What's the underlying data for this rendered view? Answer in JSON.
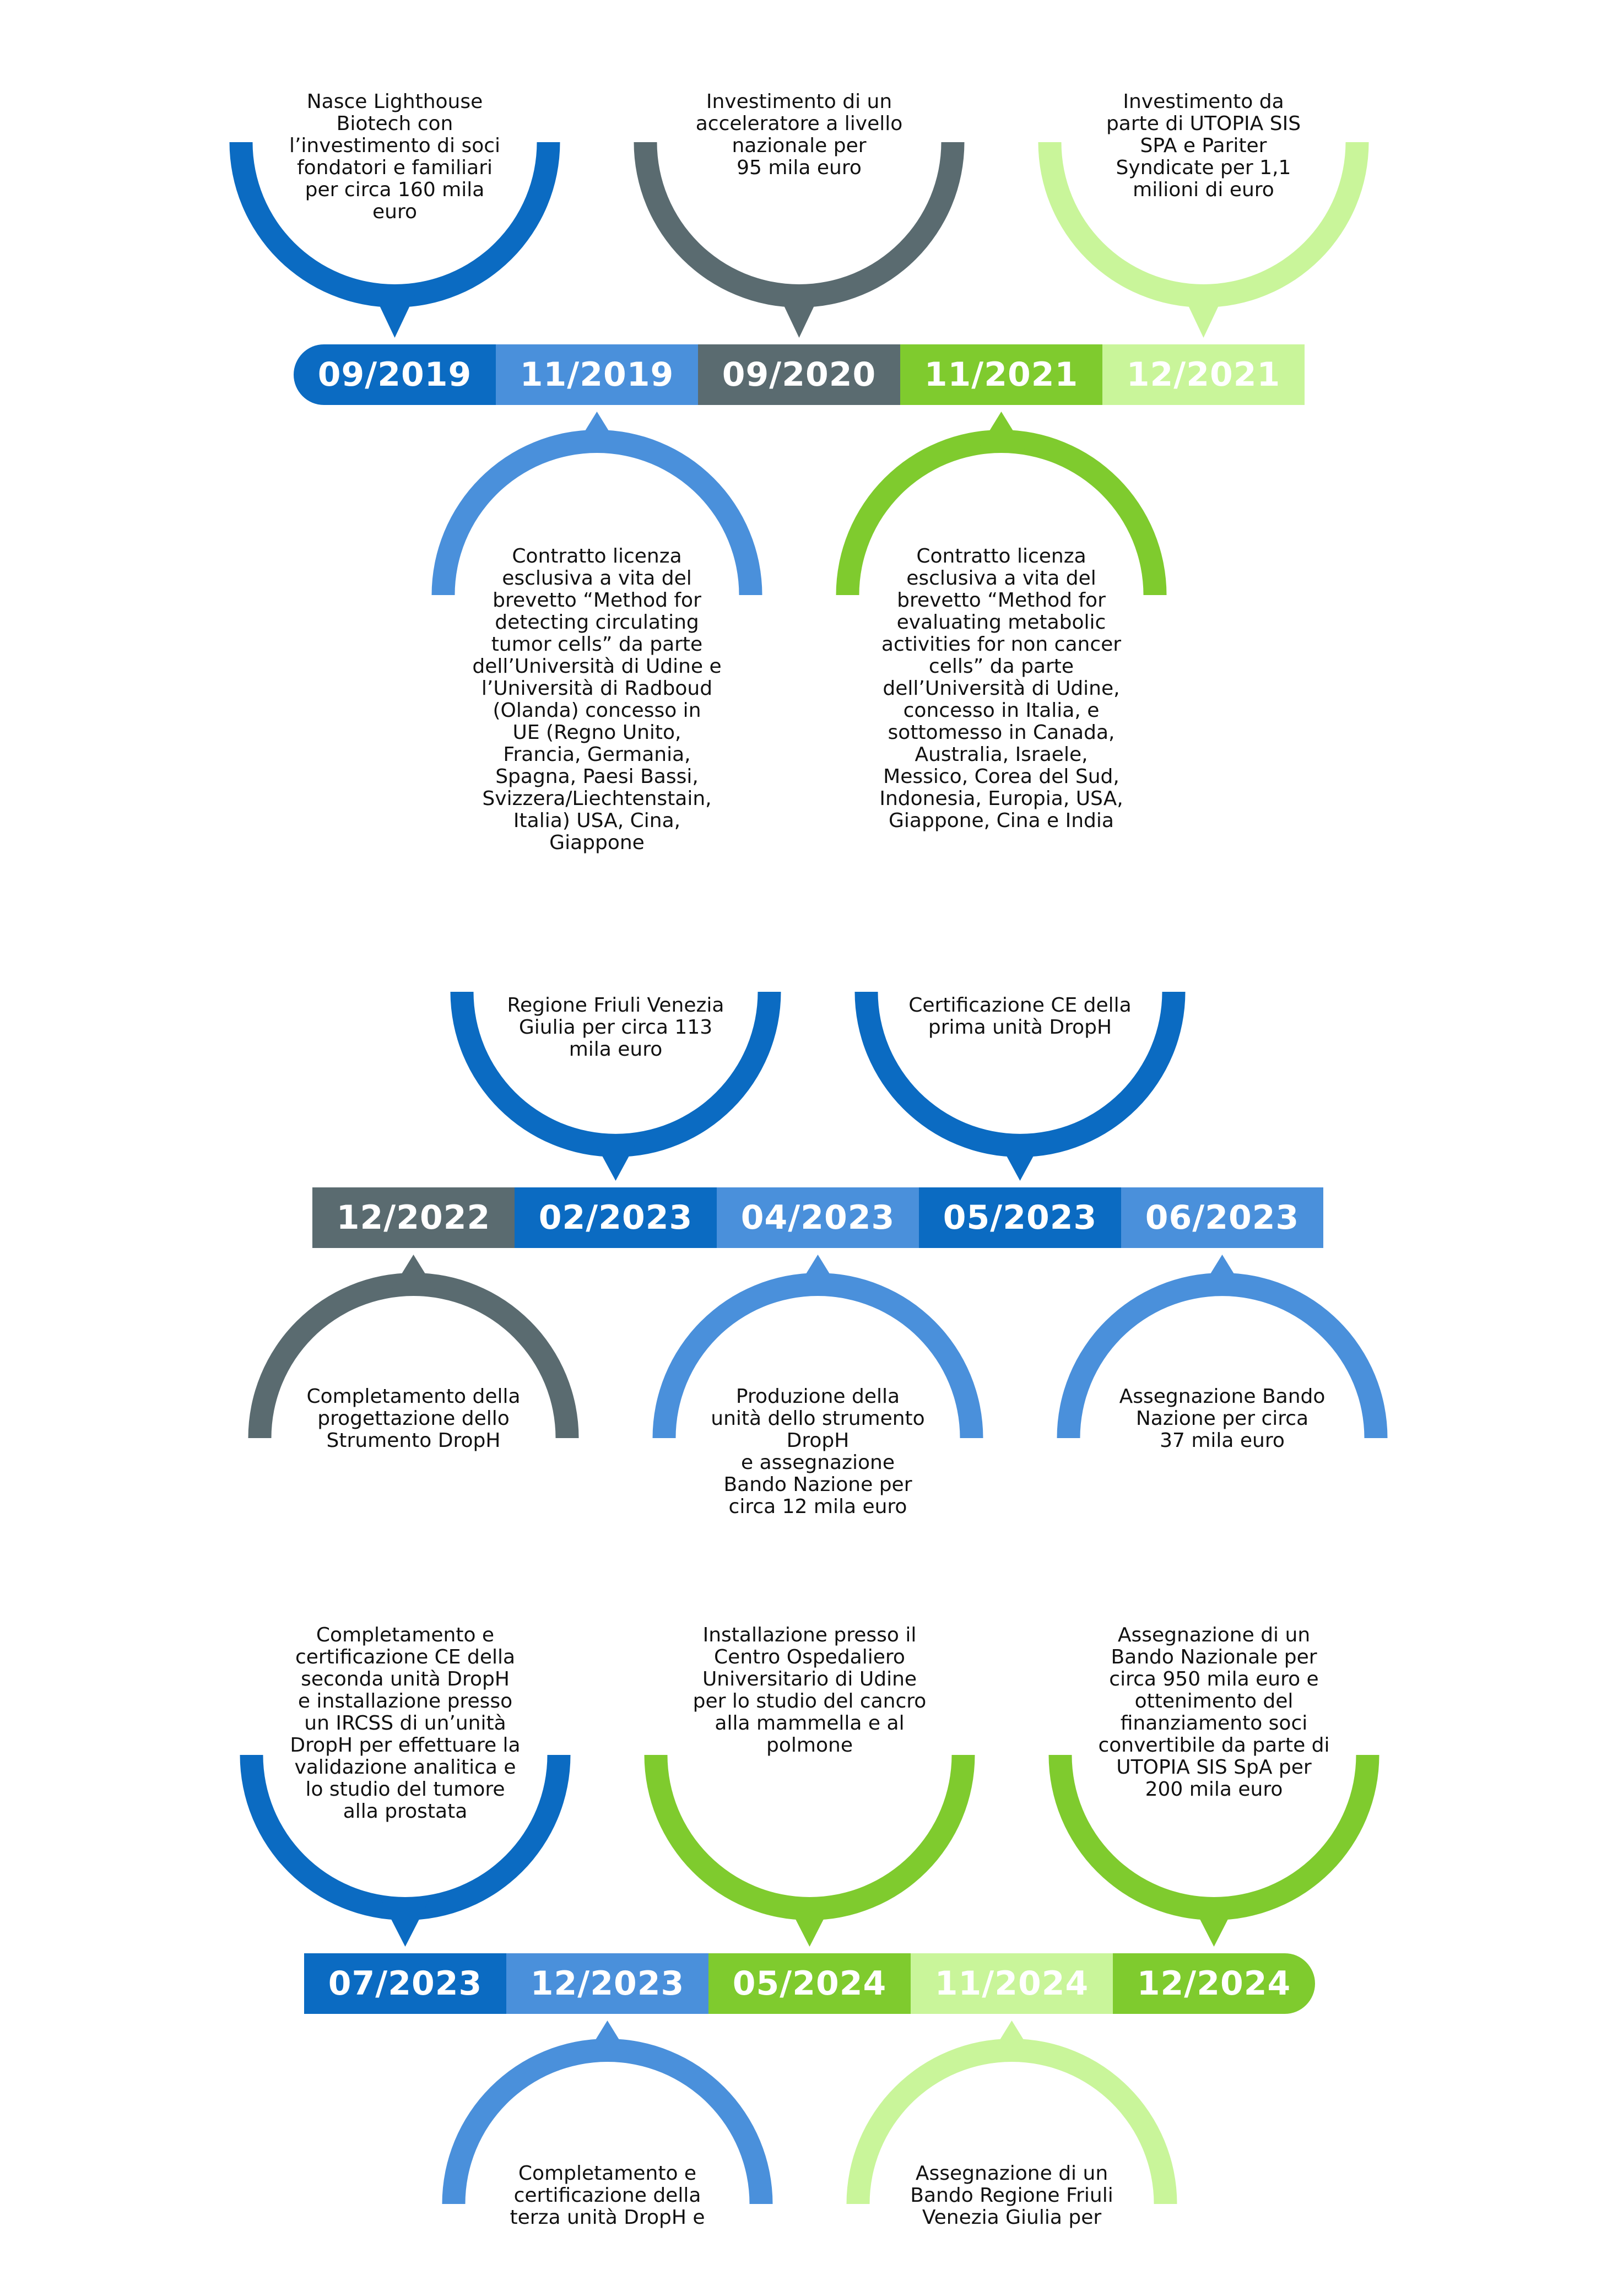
{
  "colors": {
    "dark_blue": "#0B6BC2",
    "mid_blue": "#4A90DB",
    "slate": "#5A6B70",
    "green": "#7FCB2E",
    "light_green": "#C9F59A"
  },
  "rows": [
    {
      "segments": [
        {
          "label": "09/2019",
          "color": "dark_blue"
        },
        {
          "label": "11/2019",
          "color": "mid_blue"
        },
        {
          "label": "09/2020",
          "color": "slate"
        },
        {
          "label": "11/2021",
          "color": "green"
        },
        {
          "label": "12/2021",
          "color": "light_green"
        }
      ],
      "events": [
        {
          "segment": 0,
          "side": "above",
          "color": "dark_blue",
          "text": "Nasce Lighthouse\nBiotech con\nl’investimento di soci\nfondatori e familiari\nper circa 160 mila\neuro"
        },
        {
          "segment": 2,
          "side": "above",
          "color": "slate",
          "text": "Investimento di un\nacceleratore a livello\nnazionale per\n95 mila euro"
        },
        {
          "segment": 4,
          "side": "above",
          "color": "light_green",
          "text": "Investimento da\nparte di UTOPIA SIS\nSPA e Pariter\nSyndicate per 1,1\nmilioni di euro"
        },
        {
          "segment": 1,
          "side": "below",
          "color": "mid_blue",
          "text": "Contratto licenza\nesclusiva a vita del\nbrevetto “Method for\ndetecting circulating\ntumor cells” da parte\ndell’Università di Udine e\nl’Università di Radboud\n(Olanda) concesso in\nUE (Regno Unito,\nFrancia, Germania,\nSpagna, Paesi Bassi,\nSvizzera/Liechtenstain,\nItalia) USA, Cina,\nGiappone"
        },
        {
          "segment": 3,
          "side": "below",
          "color": "green",
          "text": "Contratto licenza\nesclusiva a vita del\nbrevetto “Method for\nevaluating metabolic\nactivities for non cancer\ncells” da parte\ndell’Università di Udine,\nconcesso in Italia, e\nsottomesso in Canada,\nAustralia, Israele,\nMessico, Corea del Sud,\nIndonesia, Europia, USA,\nGiappone, Cina e India"
        }
      ]
    },
    {
      "segments": [
        {
          "label": "12/2022",
          "color": "slate"
        },
        {
          "label": "02/2023",
          "color": "dark_blue"
        },
        {
          "label": "04/2023",
          "color": "mid_blue"
        },
        {
          "label": "05/2023",
          "color": "dark_blue"
        },
        {
          "label": "06/2023",
          "color": "mid_blue"
        }
      ],
      "events": [
        {
          "segment": 1,
          "side": "above",
          "color": "dark_blue",
          "text": "Regione Friuli Venezia\nGiulia per circa 113\nmila euro"
        },
        {
          "segment": 3,
          "side": "above",
          "color": "dark_blue",
          "text": "Certificazione CE della\nprima unità DropH"
        },
        {
          "segment": 0,
          "side": "below",
          "color": "slate",
          "text": "Completamento della\nprogettazione dello\nStrumento DropH"
        },
        {
          "segment": 2,
          "side": "below",
          "color": "mid_blue",
          "text": "Produzione della\nunità dello strumento\nDropH\ne assegnazione\nBando Nazione per\ncirca 12 mila euro"
        },
        {
          "segment": 4,
          "side": "below",
          "color": "mid_blue",
          "text": "Assegnazione Bando\nNazione per circa\n37 mila euro"
        }
      ]
    },
    {
      "segments": [
        {
          "label": "07/2023",
          "color": "dark_blue"
        },
        {
          "label": "12/2023",
          "color": "mid_blue"
        },
        {
          "label": "05/2024",
          "color": "green"
        },
        {
          "label": "11/2024",
          "color": "light_green"
        },
        {
          "label": "12/2024",
          "color": "green"
        }
      ],
      "events": [
        {
          "segment": 0,
          "side": "above",
          "color": "dark_blue",
          "text": "Completamento e\ncertificazione CE della\nseconda unità DropH\ne installazione presso\nun IRCSS di un’unità\nDropH per effettuare la\nvalidazione analitica e\nlo studio del tumore\nalla prostata"
        },
        {
          "segment": 2,
          "side": "above",
          "color": "green",
          "text": "Installazione presso il\nCentro Ospedaliero\nUniversitario di Udine\nper lo studio del cancro\nalla mammella e al\npolmone"
        },
        {
          "segment": 4,
          "side": "above",
          "color": "green",
          "text": "Assegnazione di un\nBando Nazionale per\ncirca 950 mila euro e\nottenimento del\nfinanziamento soci\nconvertibile da parte di\nUTOPIA SIS SpA per\n200 mila euro"
        },
        {
          "segment": 1,
          "side": "below",
          "color": "mid_blue",
          "text": "Completamento e\ncertificazione della\nterza unità DropH e"
        },
        {
          "segment": 3,
          "side": "below",
          "color": "light_green",
          "text": "Assegnazione di un\nBando Regione Friuli\nVenezia Giulia per"
        }
      ]
    }
  ]
}
